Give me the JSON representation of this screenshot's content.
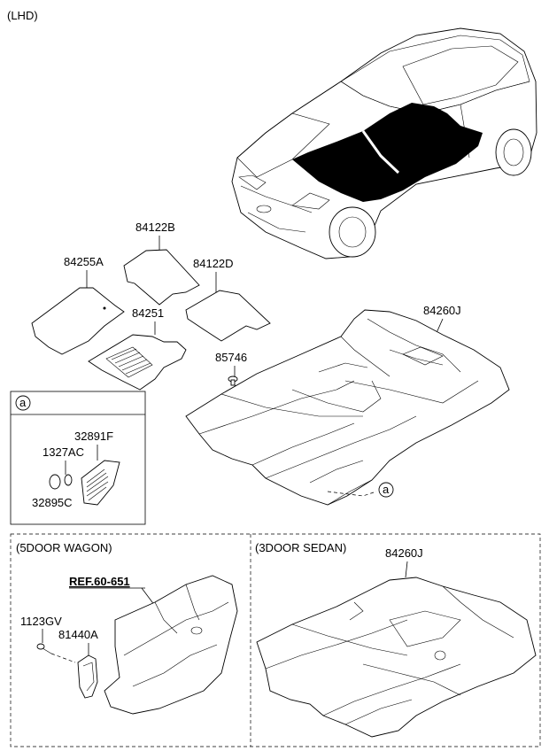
{
  "header": {
    "variant": "(LHD)"
  },
  "labels": {
    "p84122B": "84122B",
    "p84255A": "84255A",
    "p84122D": "84122D",
    "p84251": "84251",
    "p84260J_top": "84260J",
    "p85746": "85746",
    "p32891F": "32891F",
    "p1327AC": "1327AC",
    "p32895C": "32895C",
    "p1123GV": "1123GV",
    "p81440A": "81440A",
    "p84260J_bottom": "84260J",
    "ref": "REF.60-651"
  },
  "detail_box": {
    "marker": "a"
  },
  "floor_marker": "a",
  "panels": {
    "left_title": "(5DOOR WAGON)",
    "right_title": "(3DOOR SEDAN)"
  }
}
